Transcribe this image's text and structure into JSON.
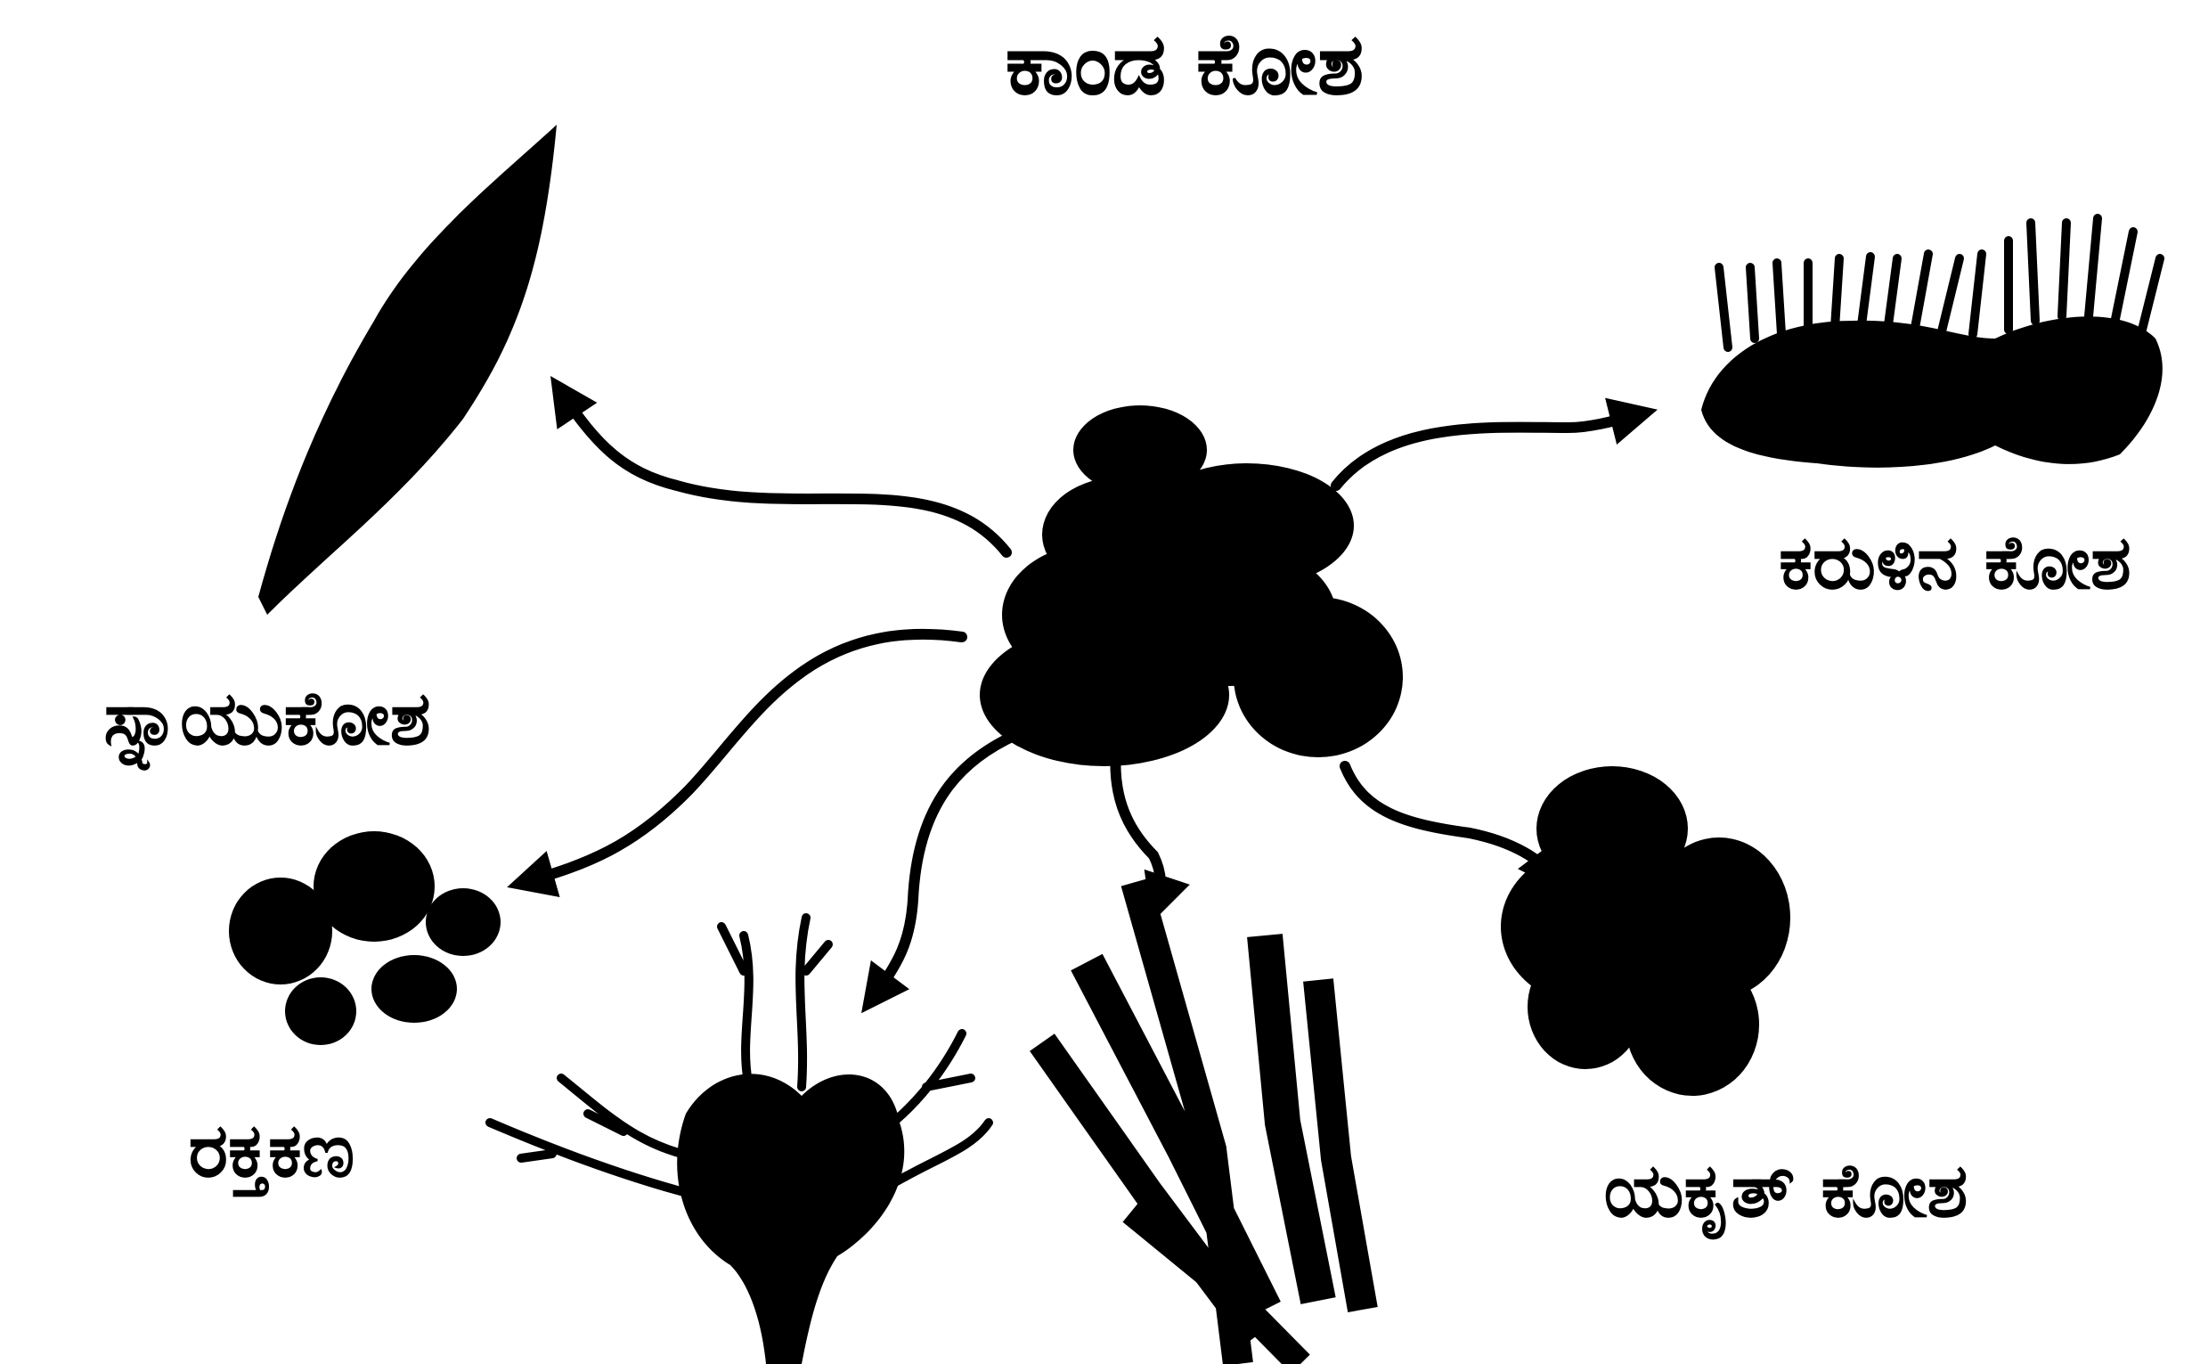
{
  "diagram": {
    "title": "ಕಾಂಡ ಕೋಶ",
    "labels": {
      "muscle_cell": "ಸ್ನಾಯುಕೋಶ",
      "intestinal_cell": "ಕರುಳಿನ ಕೋಶ",
      "blood_cells": "ರಕ್ತಕಣ",
      "liver_cell": "ಯಕೃತ್ ಕೋಶ"
    }
  },
  "colors": {
    "ink": "#000000",
    "background": "#ffffff"
  }
}
